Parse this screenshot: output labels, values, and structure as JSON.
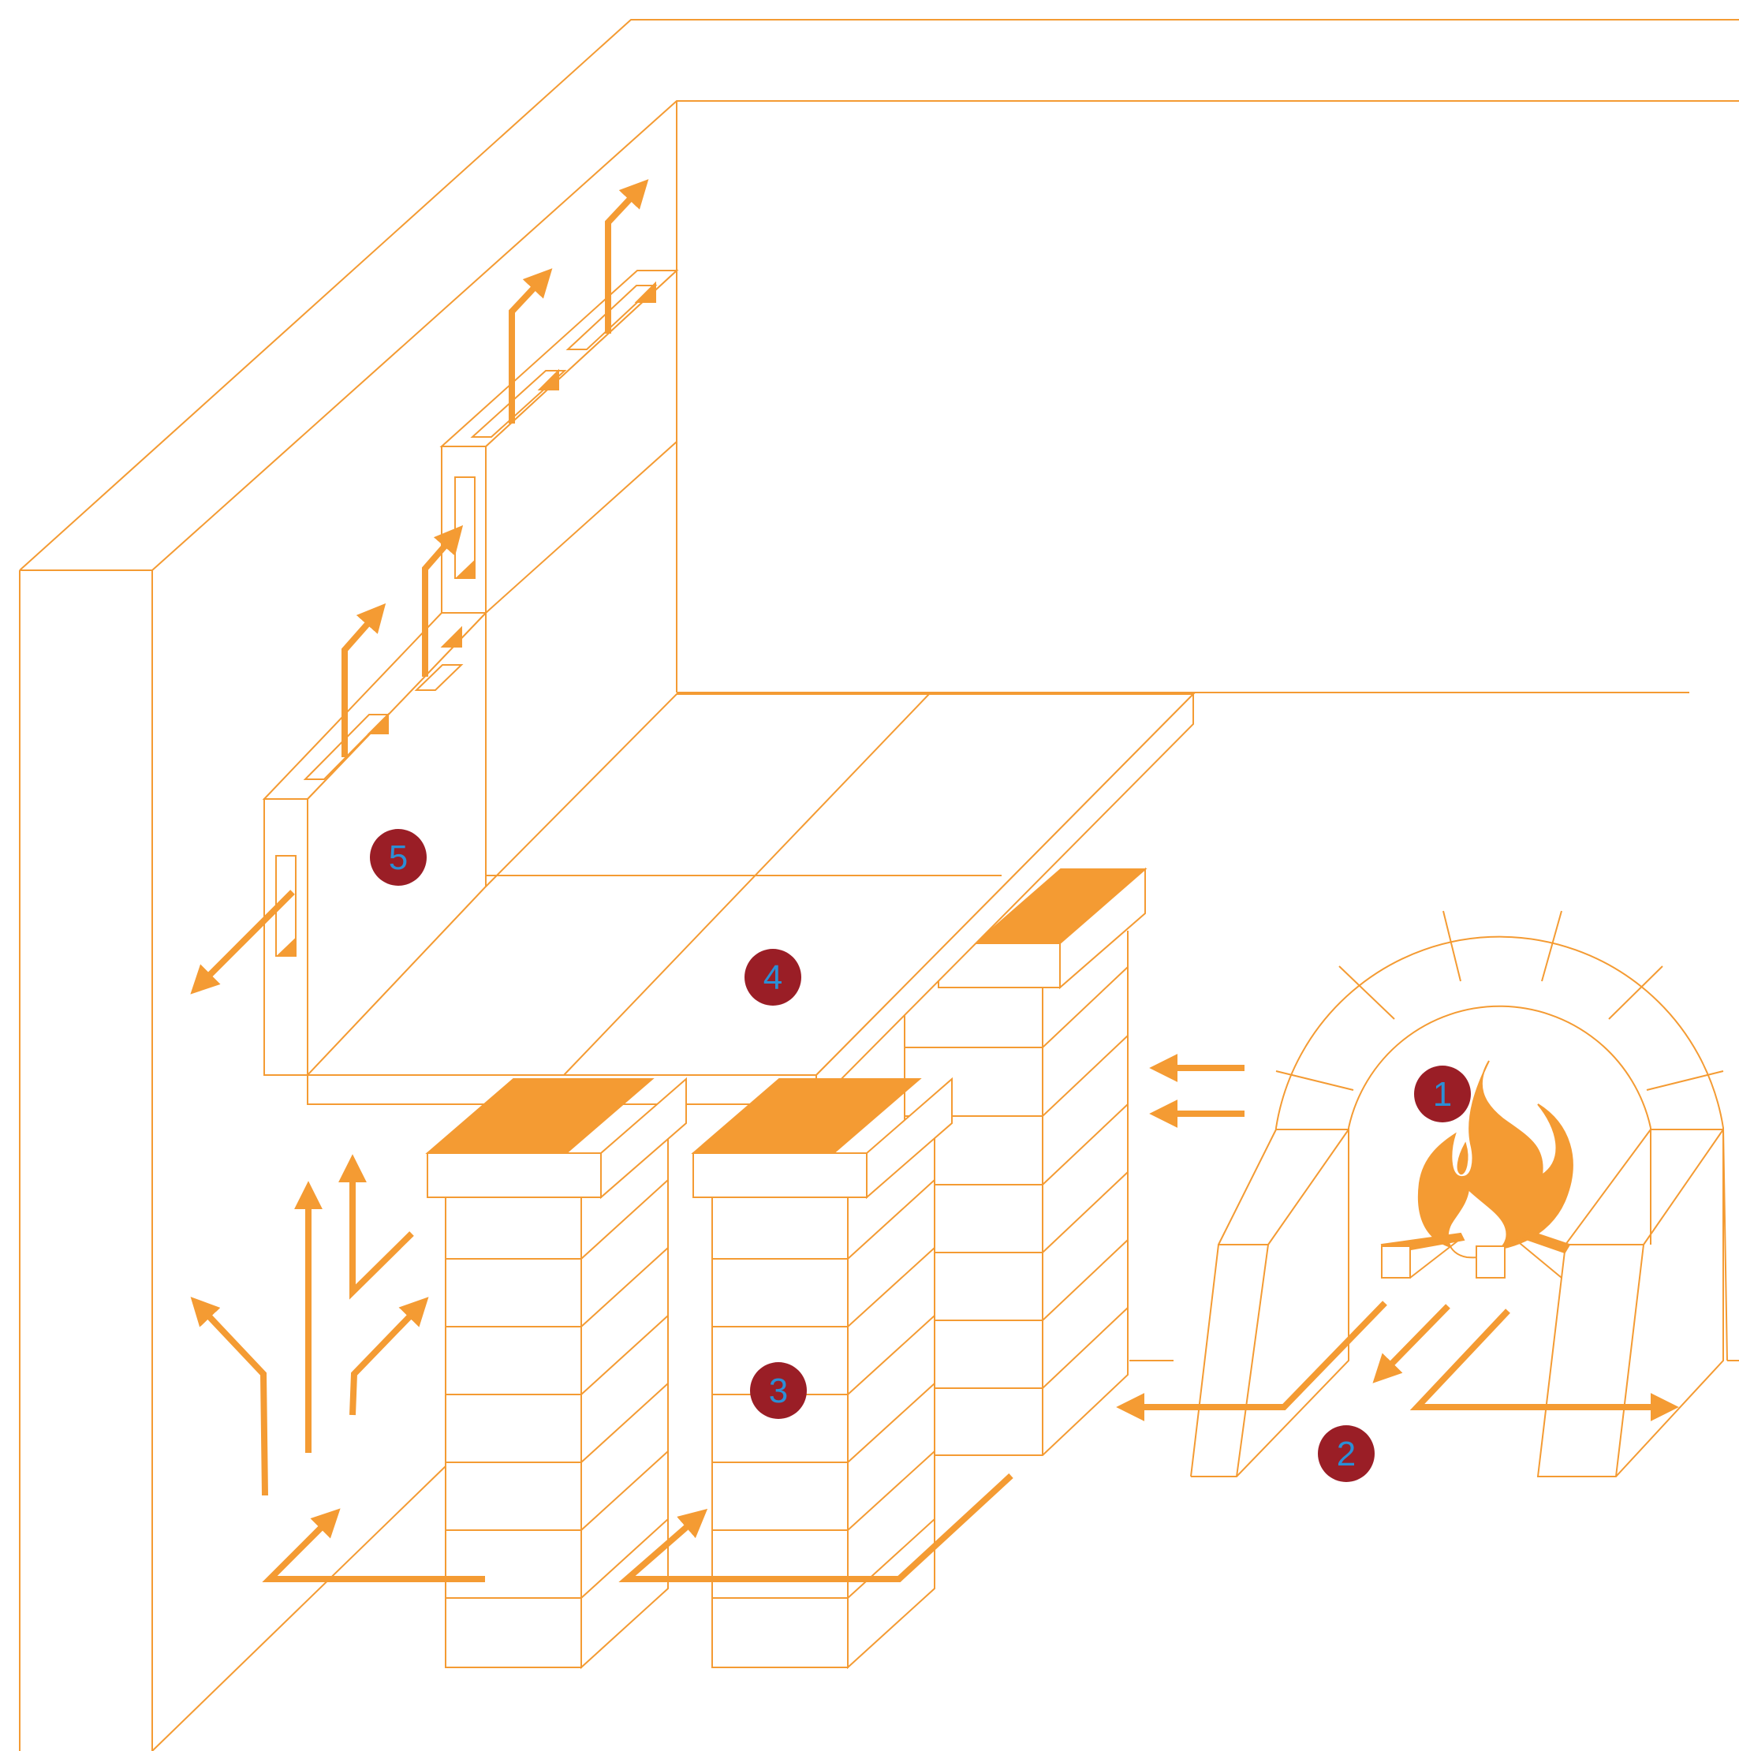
{
  "colors": {
    "line": "#f49b33",
    "accent_fill": "#f49b33",
    "marker_fill": "#9a1e26",
    "marker_text": "#2b8fd6",
    "background": "#ffffff"
  },
  "markers": [
    {
      "id": "1",
      "label": "1",
      "refers_to": "fire"
    },
    {
      "id": "2",
      "label": "2",
      "refers_to": "fireplace-opening"
    },
    {
      "id": "3",
      "label": "3",
      "refers_to": "brick-pillars"
    },
    {
      "id": "4",
      "label": "4",
      "refers_to": "slab"
    },
    {
      "id": "5",
      "label": "5",
      "refers_to": "wall-panel"
    }
  ],
  "icons": [
    "fire-icon",
    "arrow-icon"
  ]
}
